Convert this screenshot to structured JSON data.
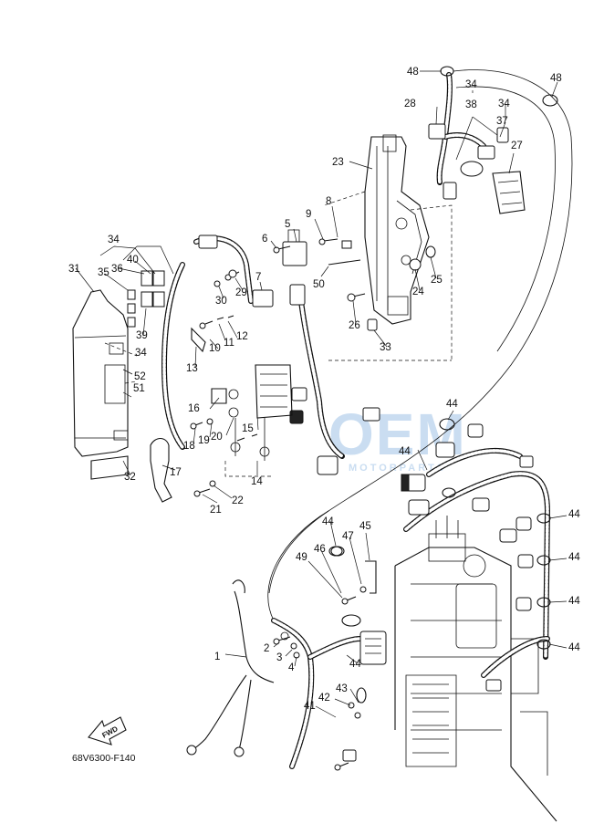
{
  "diagram": {
    "reference_code": "68V6300-F140",
    "fwd_label": "FWD",
    "watermark": {
      "brand": "OEM",
      "tagline": "MOTORPARTS",
      "color": "#9fc3e6"
    },
    "callouts": [
      {
        "id": "c1",
        "text": "1"
      },
      {
        "id": "c2",
        "text": "2"
      },
      {
        "id": "c3",
        "text": "3"
      },
      {
        "id": "c4",
        "text": "4"
      },
      {
        "id": "c5",
        "text": "5"
      },
      {
        "id": "c6",
        "text": "6"
      },
      {
        "id": "c7",
        "text": "7"
      },
      {
        "id": "c8",
        "text": "8"
      },
      {
        "id": "c9",
        "text": "9"
      },
      {
        "id": "c10",
        "text": "10"
      },
      {
        "id": "c11",
        "text": "11"
      },
      {
        "id": "c12",
        "text": "12"
      },
      {
        "id": "c13",
        "text": "13"
      },
      {
        "id": "c14",
        "text": "14"
      },
      {
        "id": "c15",
        "text": "15"
      },
      {
        "id": "c16",
        "text": "16"
      },
      {
        "id": "c17",
        "text": "17"
      },
      {
        "id": "c18",
        "text": "18"
      },
      {
        "id": "c19",
        "text": "19"
      },
      {
        "id": "c20",
        "text": "20"
      },
      {
        "id": "c21",
        "text": "21"
      },
      {
        "id": "c22",
        "text": "22"
      },
      {
        "id": "c23",
        "text": "23"
      },
      {
        "id": "c24",
        "text": "24"
      },
      {
        "id": "c25",
        "text": "25"
      },
      {
        "id": "c26",
        "text": "26"
      },
      {
        "id": "c27",
        "text": "27"
      },
      {
        "id": "c28",
        "text": "28"
      },
      {
        "id": "c29",
        "text": "29"
      },
      {
        "id": "c30",
        "text": "30"
      },
      {
        "id": "c31",
        "text": "31"
      },
      {
        "id": "c32",
        "text": "32"
      },
      {
        "id": "c33",
        "text": "33"
      },
      {
        "id": "c34a",
        "text": "34"
      },
      {
        "id": "c34b",
        "text": "34"
      },
      {
        "id": "c34c",
        "text": "34"
      },
      {
        "id": "c34d",
        "text": "34"
      },
      {
        "id": "c35",
        "text": "35"
      },
      {
        "id": "c36",
        "text": "36"
      },
      {
        "id": "c37",
        "text": "37"
      },
      {
        "id": "c38",
        "text": "38"
      },
      {
        "id": "c39",
        "text": "39"
      },
      {
        "id": "c40",
        "text": "40"
      },
      {
        "id": "c41",
        "text": "41"
      },
      {
        "id": "c42",
        "text": "42"
      },
      {
        "id": "c43",
        "text": "43"
      },
      {
        "id": "c44a",
        "text": "44"
      },
      {
        "id": "c44b",
        "text": "44"
      },
      {
        "id": "c44c",
        "text": "44"
      },
      {
        "id": "c44d",
        "text": "44"
      },
      {
        "id": "c44e",
        "text": "44"
      },
      {
        "id": "c44f",
        "text": "44"
      },
      {
        "id": "c44g",
        "text": "44"
      },
      {
        "id": "c44h",
        "text": "44"
      },
      {
        "id": "c45",
        "text": "45"
      },
      {
        "id": "c46",
        "text": "46"
      },
      {
        "id": "c47",
        "text": "47"
      },
      {
        "id": "c48a",
        "text": "48"
      },
      {
        "id": "c48b",
        "text": "48"
      },
      {
        "id": "c49",
        "text": "49"
      },
      {
        "id": "c50",
        "text": "50"
      },
      {
        "id": "c51",
        "text": "51"
      },
      {
        "id": "c52",
        "text": "52"
      }
    ]
  }
}
